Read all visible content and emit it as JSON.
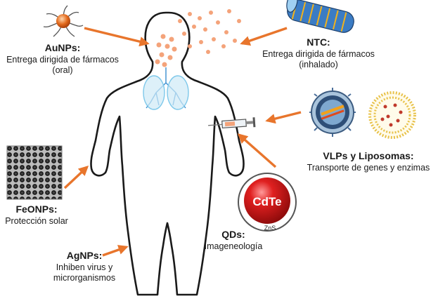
{
  "labels": {
    "aunps": {
      "title": "AuNPs:",
      "line1": "Entrega dirigida de fármacos",
      "line2": "(oral)"
    },
    "ntc": {
      "title": "NTC:",
      "line1": "Entrega dirigida de fármacos",
      "line2": "(inhalado)"
    },
    "vlps": {
      "title": "VLPs y Liposomas:",
      "line1": "Transporte de genes y enzimas"
    },
    "feonps": {
      "title": "FeONPs:",
      "line1": "Protección solar"
    },
    "qds": {
      "title": "QDs:",
      "line1": "Imageneología"
    },
    "agnps": {
      "title": "AgNPs:",
      "line1": "Inhiben virus y",
      "line2": "microrganismos"
    }
  },
  "quantum_dot": {
    "core": "CdTe",
    "shell": "ZnS"
  },
  "colors": {
    "arrow": "#e8752c",
    "body_outline": "#1a1a1a",
    "particle": "#f4a37a",
    "lung": "#7ec8ea",
    "qd_core": "#d81e1e"
  }
}
